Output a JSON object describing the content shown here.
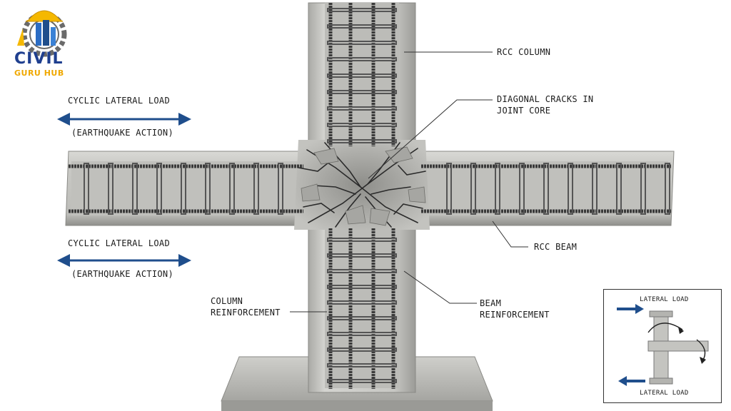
{
  "brand": {
    "line1": "CIVIL",
    "line2": "GURU HUB",
    "primary_color": "#1f3f8f",
    "accent_color": "#f5b800"
  },
  "loads": {
    "top": {
      "title": "CYCLIC LATERAL LOAD",
      "subtitle": "(EARTHQUAKE ACTION)"
    },
    "bottom": {
      "title": "CYCLIC LATERAL LOAD",
      "subtitle": "(EARTHQUAKE ACTION)"
    },
    "arrow_color": "#1f4e8c"
  },
  "callouts": {
    "rcc_column": "RCC COLUMN",
    "diagonal_cracks_line1": "DIAGONAL CRACKS IN",
    "diagonal_cracks_line2": "JOINT CORE",
    "rcc_beam": "RCC BEAM",
    "column_reinf_line1": "COLUMN",
    "column_reinf_line2": "REINFORCEMENT",
    "beam_reinf_line1": "BEAM",
    "beam_reinf_line2": "REINFORCEMENT"
  },
  "inset": {
    "top_label": "LATERAL LOAD",
    "bottom_label": "LATERAL LOAD"
  },
  "colors": {
    "concrete": "#c9c9c6",
    "concrete_dark": "#9e9e9a",
    "rebar": "#3a3a3a"
  }
}
